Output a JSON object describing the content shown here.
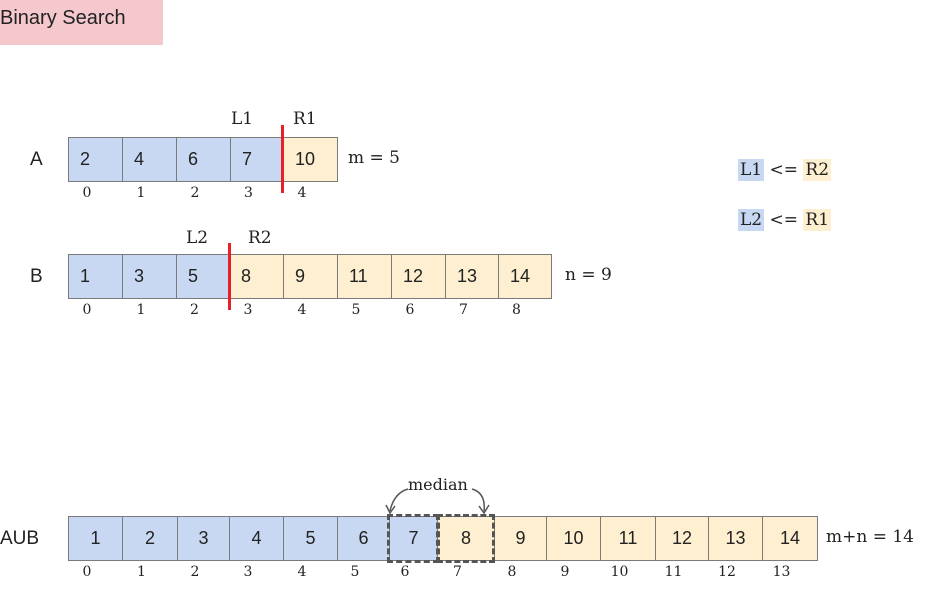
{
  "title": "Binary Search",
  "colors": {
    "left": "#c9d8f2",
    "right": "#fdefcf",
    "partition": "#e8202a",
    "title_bg": "#f4c8cd"
  },
  "arrays": {
    "A": {
      "label": "A",
      "values": [
        "2",
        "4",
        "6",
        "7",
        "10"
      ],
      "indices": [
        "0",
        "1",
        "2",
        "3",
        "4"
      ],
      "split": 4,
      "size_label": "m = 5",
      "left_marker": "L1",
      "right_marker": "R1"
    },
    "B": {
      "label": "B",
      "values": [
        "1",
        "3",
        "5",
        "8",
        "9",
        "11",
        "12",
        "13",
        "14"
      ],
      "indices": [
        "0",
        "1",
        "2",
        "3",
        "4",
        "5",
        "6",
        "7",
        "8"
      ],
      "split": 3,
      "size_label": "n = 9",
      "left_marker": "L2",
      "right_marker": "R2"
    },
    "AUB": {
      "label": "AUB",
      "values": [
        "1",
        "2",
        "3",
        "4",
        "5",
        "6",
        "7",
        "8",
        "9",
        "10",
        "11",
        "12",
        "13",
        "14"
      ],
      "indices": [
        "0",
        "1",
        "2",
        "3",
        "4",
        "5",
        "6",
        "7",
        "8",
        "9",
        "10",
        "11",
        "12",
        "13"
      ],
      "split": 7,
      "size_label": "m+n = 14",
      "median_label": "median"
    }
  },
  "conditions": [
    {
      "left": "L1",
      "op": "<=",
      "right": "R2"
    },
    {
      "left": "L2",
      "op": "<=",
      "right": "R1"
    }
  ]
}
